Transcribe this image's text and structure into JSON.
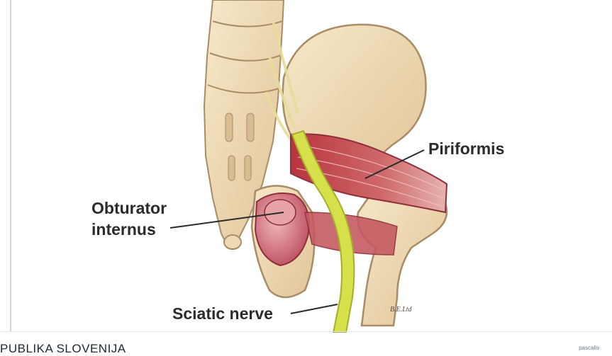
{
  "labels": {
    "piriformis": "Piriformis",
    "obturator_line1": "Obturator",
    "obturator_line2": "internus",
    "sciatic_nerve": "Sciatic nerve"
  },
  "signature": "B.E.Ltd",
  "footer": {
    "caption": "PUBLIKA SLOVENIJA",
    "logo": "pascalis"
  },
  "colors": {
    "bone": "#efd9b4",
    "bone_shade": "#d8bd92",
    "muscle": "#c0474f",
    "muscle_light": "#d98f8c",
    "nerve": "#d6e04a",
    "nerve_edge": "#a6ad2a",
    "label": "#2b2b2b"
  }
}
